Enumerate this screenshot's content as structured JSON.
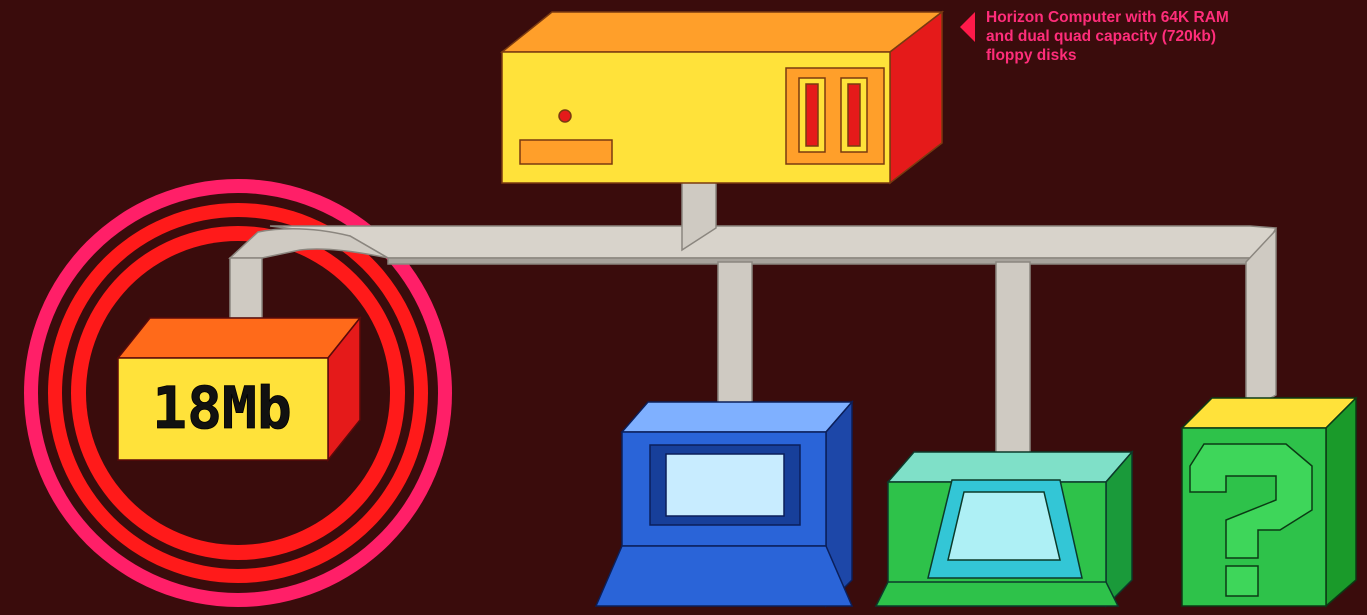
{
  "callout": {
    "lines": [
      "Horizon Computer with 64K RAM",
      "and dual quad capacity (720kb)",
      "floppy disks"
    ]
  },
  "hard_disk": {
    "label": "18Mb"
  },
  "colors": {
    "background": "#3a0c0c",
    "callout_text": "#ff2d7a",
    "bus": "#c9c3ba",
    "computer_front": "#ffe23a",
    "computer_top": "#ff9f2a",
    "computer_side": "#e51a1a",
    "rings_outer": "#ff1f68",
    "rings_inner": "#ff1a1a",
    "terminal_blue": "#2a64d8",
    "terminal_cyan": "#33c6d6",
    "terminal_green": "#2ec24a"
  },
  "icons": [
    "computer-box-icon",
    "hard-disk-icon",
    "terminal-icon",
    "terminal-icon",
    "question-mark-icon"
  ]
}
